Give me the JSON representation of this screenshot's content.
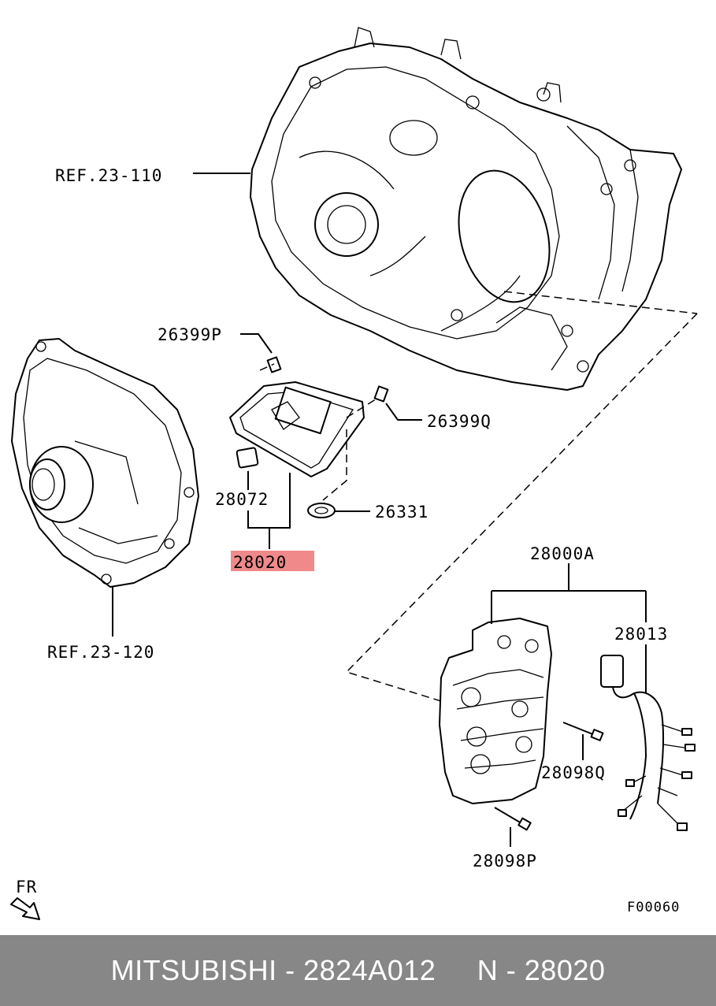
{
  "labels": {
    "ref_23_110": "REF.23-110",
    "ref_23_120": "REF.23-120",
    "p26399p": "26399P",
    "p26399q": "26399Q",
    "p26331": "26331",
    "p28072": "28072",
    "p28020": "28020",
    "p28000a": "28000A",
    "p28013": "28013",
    "p28098q": "28098Q",
    "p28098p": "28098P",
    "fr": "FR",
    "code": "F00060"
  },
  "footer": {
    "text": "MITSUBISHI - 2824A012     N - 28020"
  },
  "colors": {
    "highlight": "#f08a8a",
    "footer_bg": "#878787",
    "footer_text": "#ffffff"
  }
}
